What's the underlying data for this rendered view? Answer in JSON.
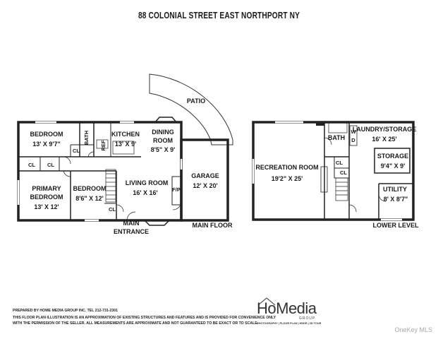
{
  "title": "88 COLONIAL STREET EAST NORTHPORT NY",
  "main_floor": {
    "label": "MAIN FLOOR",
    "entrance": [
      "MAIN",
      "ENTRANCE"
    ],
    "patio": "PATIO",
    "rooms": {
      "bedroom1": {
        "name": "BEDROOM",
        "size": "13' X 9'7\""
      },
      "bath": {
        "name": "BATH"
      },
      "kitchen": {
        "name": "KITCHEN",
        "size": "13' X 9'"
      },
      "dining": {
        "name1": "DINING",
        "name2": "ROOM",
        "size": "8'5\" X 9'"
      },
      "ref": {
        "name": "REF"
      },
      "cl1": {
        "name": "CL"
      },
      "cl2": {
        "name": "CL"
      },
      "cl3": {
        "name": "CL"
      },
      "cl4": {
        "name": "CL"
      },
      "primary": {
        "name1": "PRIMARY",
        "name2": "BEDROOM",
        "size": "13' X 12'"
      },
      "bedroom2": {
        "name": "BEDROOM",
        "size": "8'6\" X 12'"
      },
      "living": {
        "name": "LIVING ROOM",
        "size": "16' X 16'"
      },
      "fp": {
        "name": "F/P"
      },
      "garage": {
        "name": "GARAGE",
        "size": "12' X 20'"
      }
    }
  },
  "lower_level": {
    "label": "LOWER LEVEL",
    "rooms": {
      "recreation": {
        "name": "RECREATION ROOM",
        "size": "19'2\" X 25'"
      },
      "bath": {
        "name": "BATH"
      },
      "wd": {
        "w": "W",
        "d": "D"
      },
      "cl1": {
        "name": "CL"
      },
      "cl2": {
        "name": "CL"
      },
      "laundry": {
        "name": "LAUNDRY/STORAGE",
        "size": "16' X 25'"
      },
      "storage": {
        "name": "STORAGE",
        "size": "9'4\" X 9'"
      },
      "utility": {
        "name": "UTILITY",
        "size": "8' X 8'7\""
      }
    }
  },
  "footer": {
    "prepared": "PREPARED  BY  HOME MEDIA GROUP INC.  TEL 212-731-2301",
    "line1": "THIS FLOOR PLAN ILLUSTRATION IS AN APPROXIMATION OF EXISTING STRUCTURES AND FEATURES AND IS PROVIDED FOR CONVENIENCE ONLY",
    "line2": "WITH THE PERMISSION OF THE SELLER. ALL MEASUREMENTS ARE APPROXIMATE AND NOT GUARANTEED TO BE EXACT OR TO SCALE."
  },
  "logo": {
    "word": "HoMedia",
    "group": "GROUP",
    "tagline": "PHOTOGRAPHY | FLOOR PLAN | HDDR | 3D TOUR"
  },
  "watermark": "OneKey MLS"
}
